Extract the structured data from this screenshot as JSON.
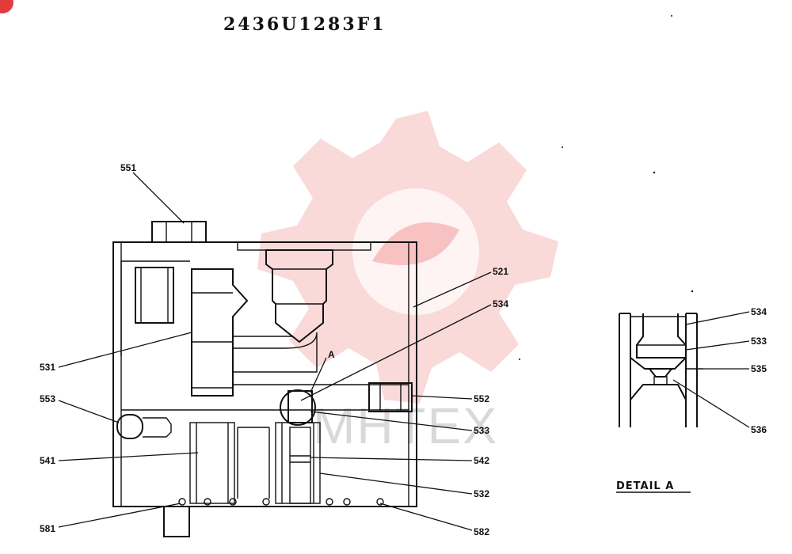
{
  "title": "2436U1283F1",
  "detail_label": "DETAIL  A",
  "detail_marker": "A",
  "watermark_text": "MHTEX",
  "colors": {
    "ink": "#111111",
    "watermark": "#f6b9b9",
    "badge": "#e23b3b"
  },
  "callouts": {
    "c551": "551",
    "c521": "521",
    "c534": "534",
    "c531": "531",
    "c553": "553",
    "c552": "552",
    "c533": "533",
    "c541": "541",
    "c542": "542",
    "c532": "532",
    "c581": "581",
    "c582": "582"
  },
  "detail_callouts": {
    "d534": "534",
    "d533": "533",
    "d535": "535",
    "d536": "536"
  }
}
